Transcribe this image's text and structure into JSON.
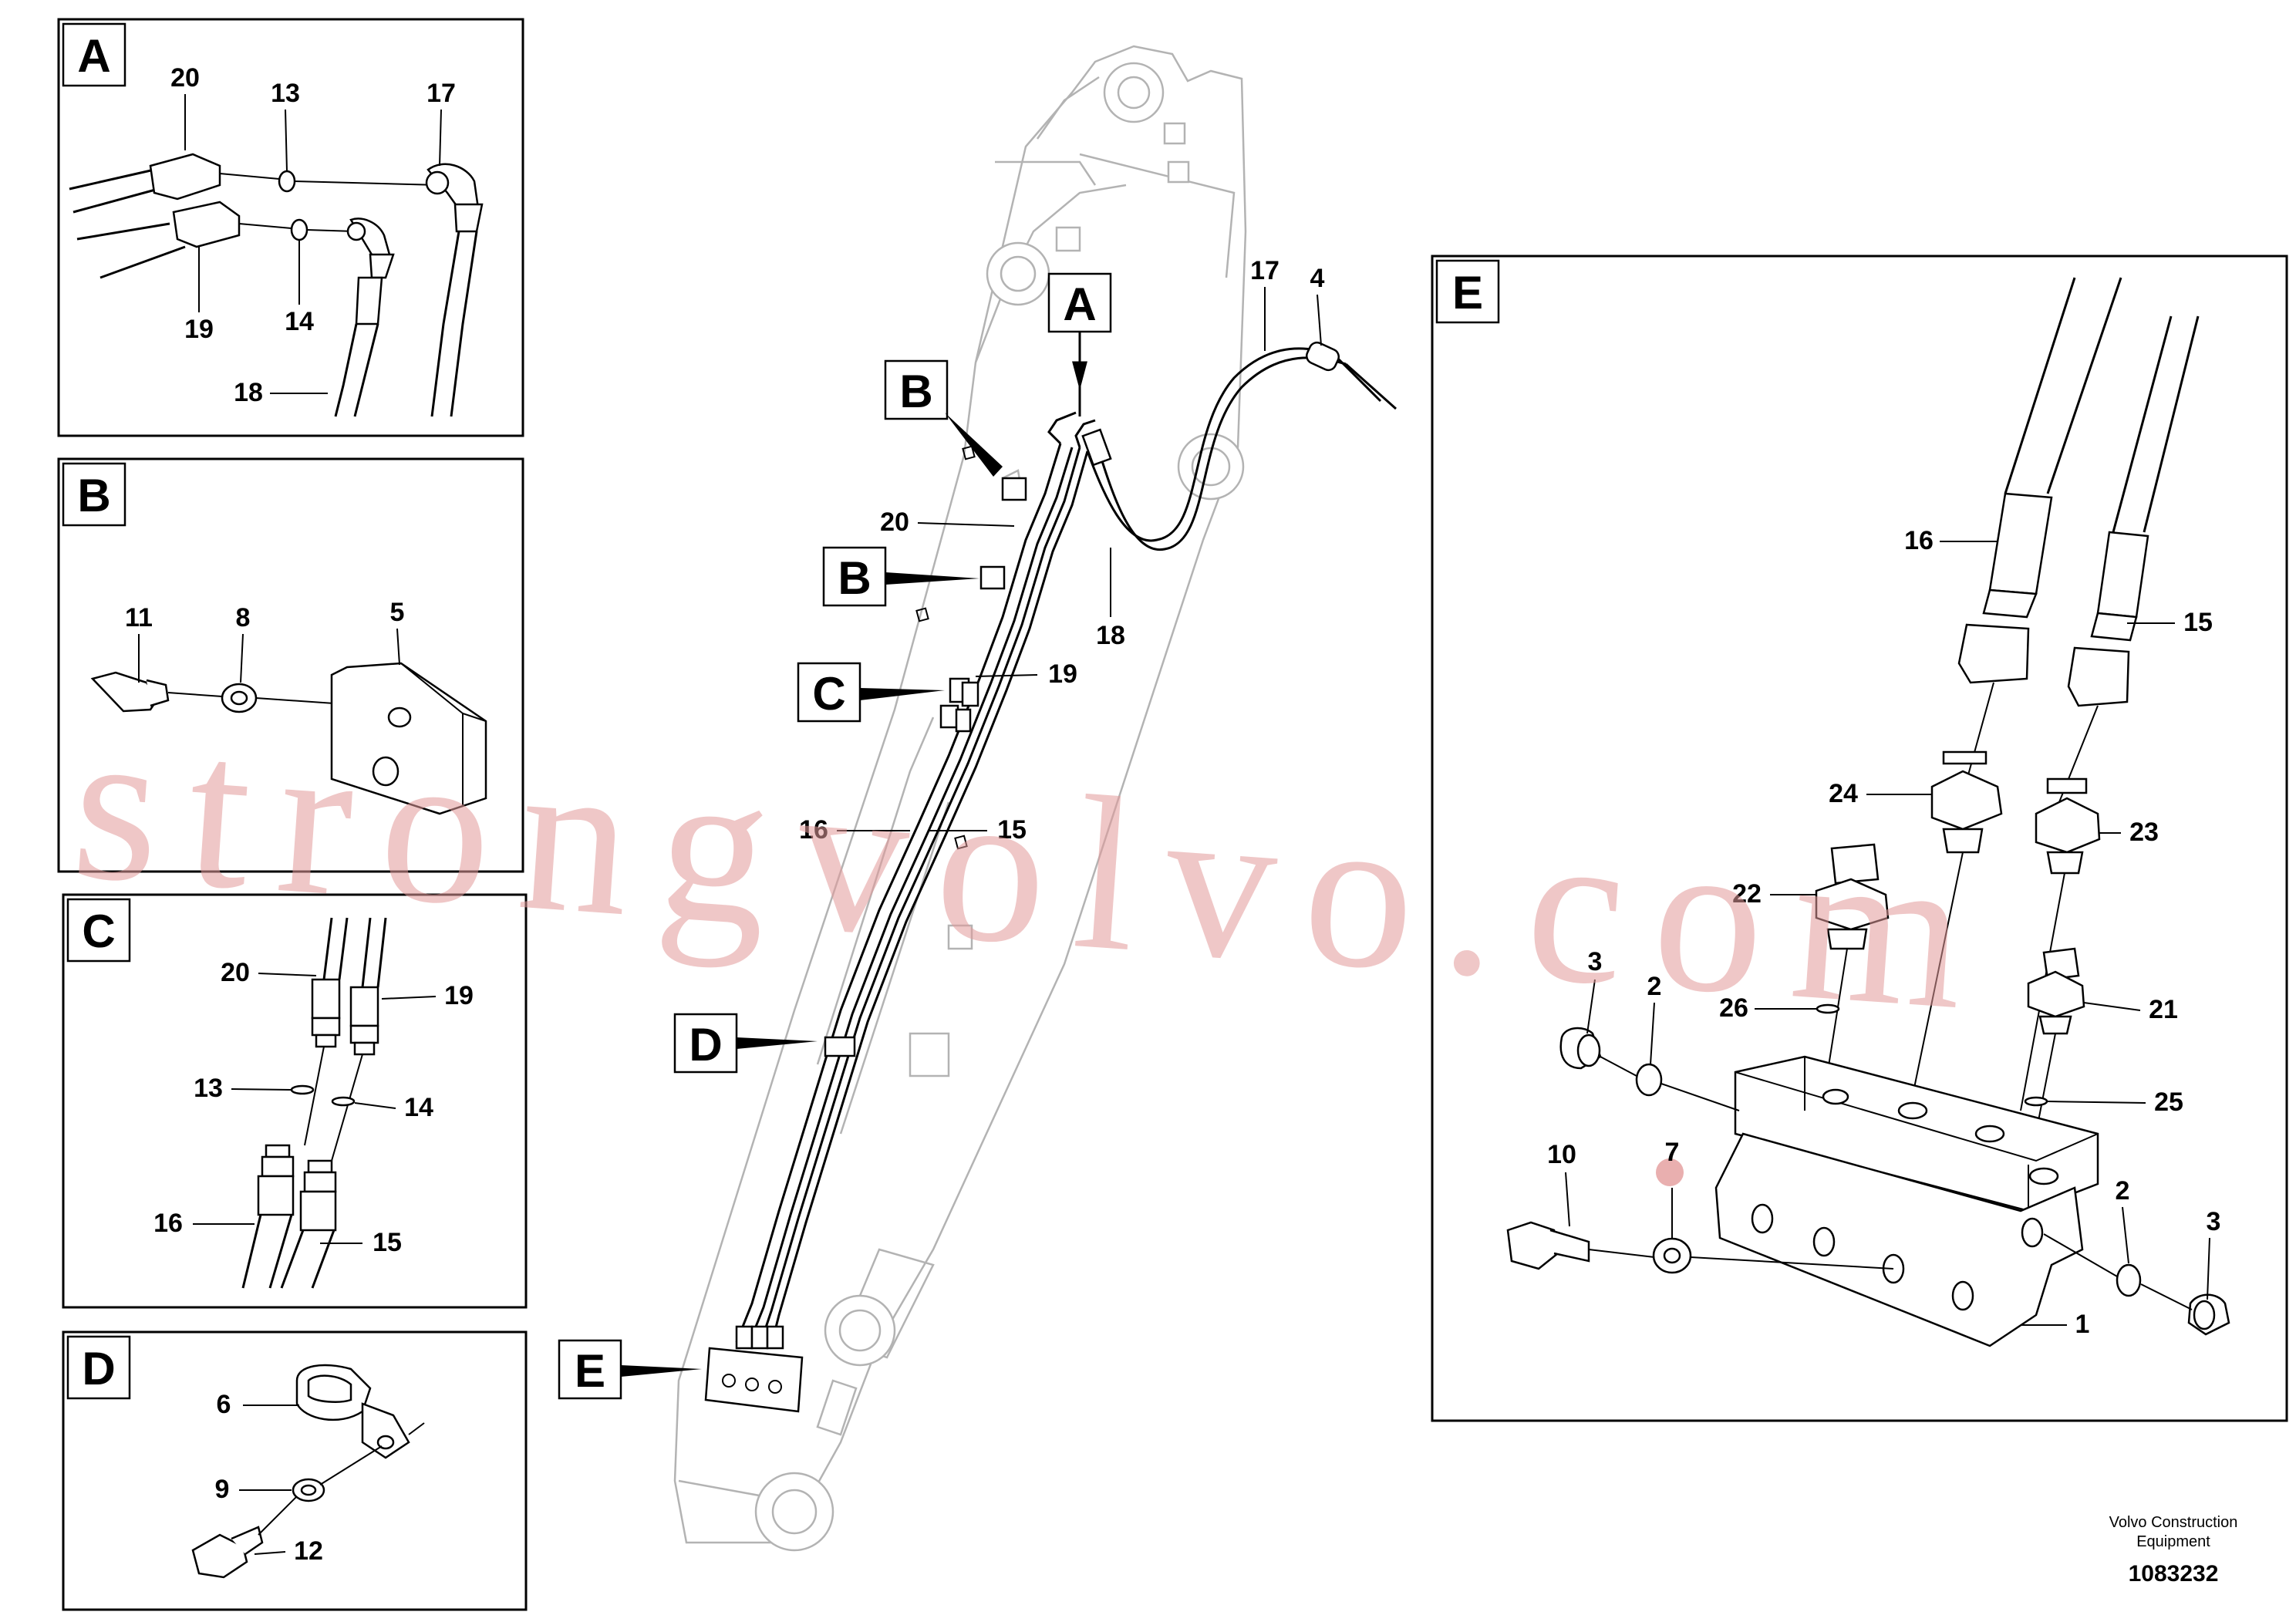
{
  "detail_views": [
    {
      "id": "A",
      "parts": [
        "20",
        "13",
        "17",
        "19",
        "14",
        "18"
      ]
    },
    {
      "id": "B",
      "parts": [
        "11",
        "8",
        "5"
      ]
    },
    {
      "id": "C",
      "parts": [
        "20",
        "19",
        "13",
        "14",
        "16",
        "15"
      ]
    },
    {
      "id": "D",
      "parts": [
        "6",
        "9",
        "12"
      ]
    },
    {
      "id": "E",
      "parts": [
        "16",
        "15",
        "24",
        "23",
        "22",
        "3",
        "2",
        "26",
        "21",
        "25",
        "10",
        "7",
        "2",
        "3",
        "1"
      ]
    }
  ],
  "main_view": {
    "callouts": [
      "A",
      "B",
      "B",
      "C",
      "D",
      "E"
    ],
    "parts": [
      "17",
      "4",
      "20",
      "18",
      "19",
      "16",
      "15"
    ]
  },
  "footer": {
    "company_line1": "Volvo Construction",
    "company_line2": "Equipment",
    "drawing_number": "1083232"
  },
  "watermark": "strongvolvo.com",
  "colors": {
    "line": "#000000",
    "arm_outline": "#b3b3b3",
    "watermark": "#e39b9b"
  }
}
